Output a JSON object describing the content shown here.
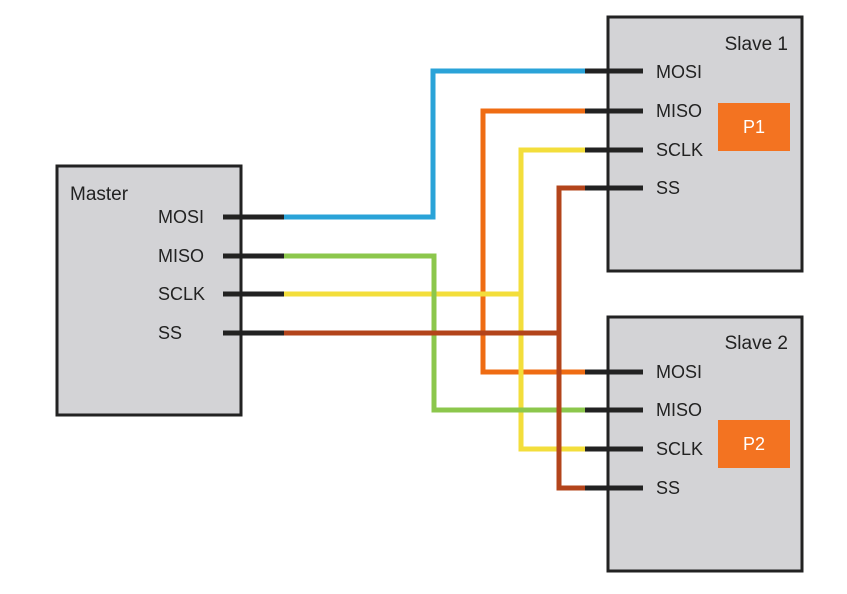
{
  "colors": {
    "box_fill": "#d3d3d6",
    "outline": "#222222",
    "mosi_wire": "#2aa3d8",
    "miso_slave1_wire": "#ef6c13",
    "sclk_wire": "#f3de3b",
    "ss_wire": "#b3441b",
    "miso_slave2_wire": "#8cc74c",
    "peripheral": "#f37321"
  },
  "master": {
    "title": "Master",
    "pins": [
      "MOSI",
      "MISO",
      "SCLK",
      "SS"
    ]
  },
  "slave1": {
    "title": "Slave 1",
    "pins": [
      "MOSI",
      "MISO",
      "SCLK",
      "SS"
    ],
    "peripheral": "P1"
  },
  "slave2": {
    "title": "Slave 2",
    "pins": [
      "MOSI",
      "MISO",
      "SCLK",
      "SS"
    ],
    "peripheral": "P2"
  }
}
